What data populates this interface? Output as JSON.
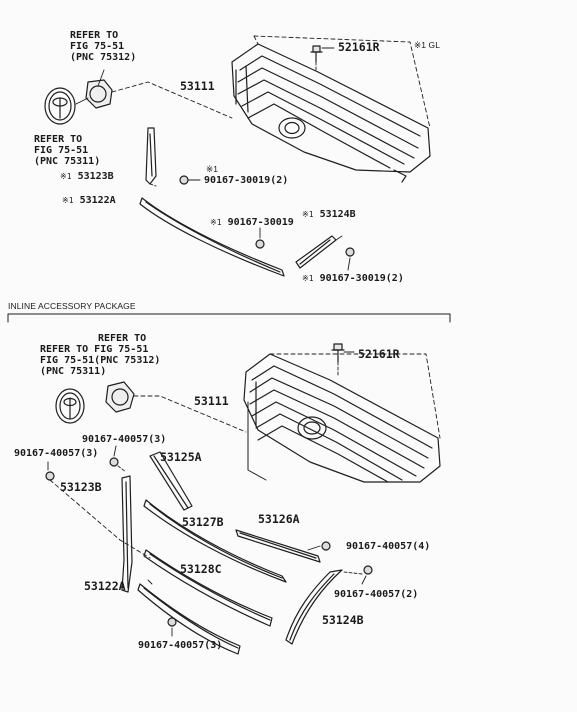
{
  "labels": {
    "top_refer1": [
      "REFER TO",
      "FIG 75-51",
      "(PNC 75312)"
    ],
    "top_refer2": [
      "REFER TO",
      "FIG 75-51",
      "(PNC 75311)"
    ],
    "top_52161r": "52161R",
    "top_note": "※1 GL",
    "top_53111": "53111",
    "top_53123b": "53123B",
    "top_90167_a": "90167-30019(2)",
    "top_90167_a_star": "※1",
    "top_53122a": "53122A",
    "top_90167_b": "90167-30019",
    "top_53124b": "53124B",
    "top_90167_c": "90167-30019(2)",
    "star_mark": "※1",
    "section_title": "INLINE ACCESSORY PACKAGE",
    "bot_refer_a": [
      "REFER TO",
      "FIG 75-51"
    ],
    "bot_refer_line1": "REFER TO FIG 75-51",
    "bot_refer_line2": "FIG 75-51(PNC 75312)",
    "bot_refer_line3": "(PNC 75311)",
    "bot_52161r": "52161R",
    "bot_53111": "53111",
    "bot_90167_a": "90167-40057(3)",
    "bot_90167_b": "90167-40057(3)",
    "bot_53125a": "53125A",
    "bot_53123b": "53123B",
    "bot_53127b": "53127B",
    "bot_53126a": "53126A",
    "bot_90167_c": "90167-40057(4)",
    "bot_53128c": "53128C",
    "bot_53122a": "53122A",
    "bot_90167_d": "90167-40057(2)",
    "bot_53124b": "53124B",
    "bot_90167_e": "90167-40057(3)"
  }
}
